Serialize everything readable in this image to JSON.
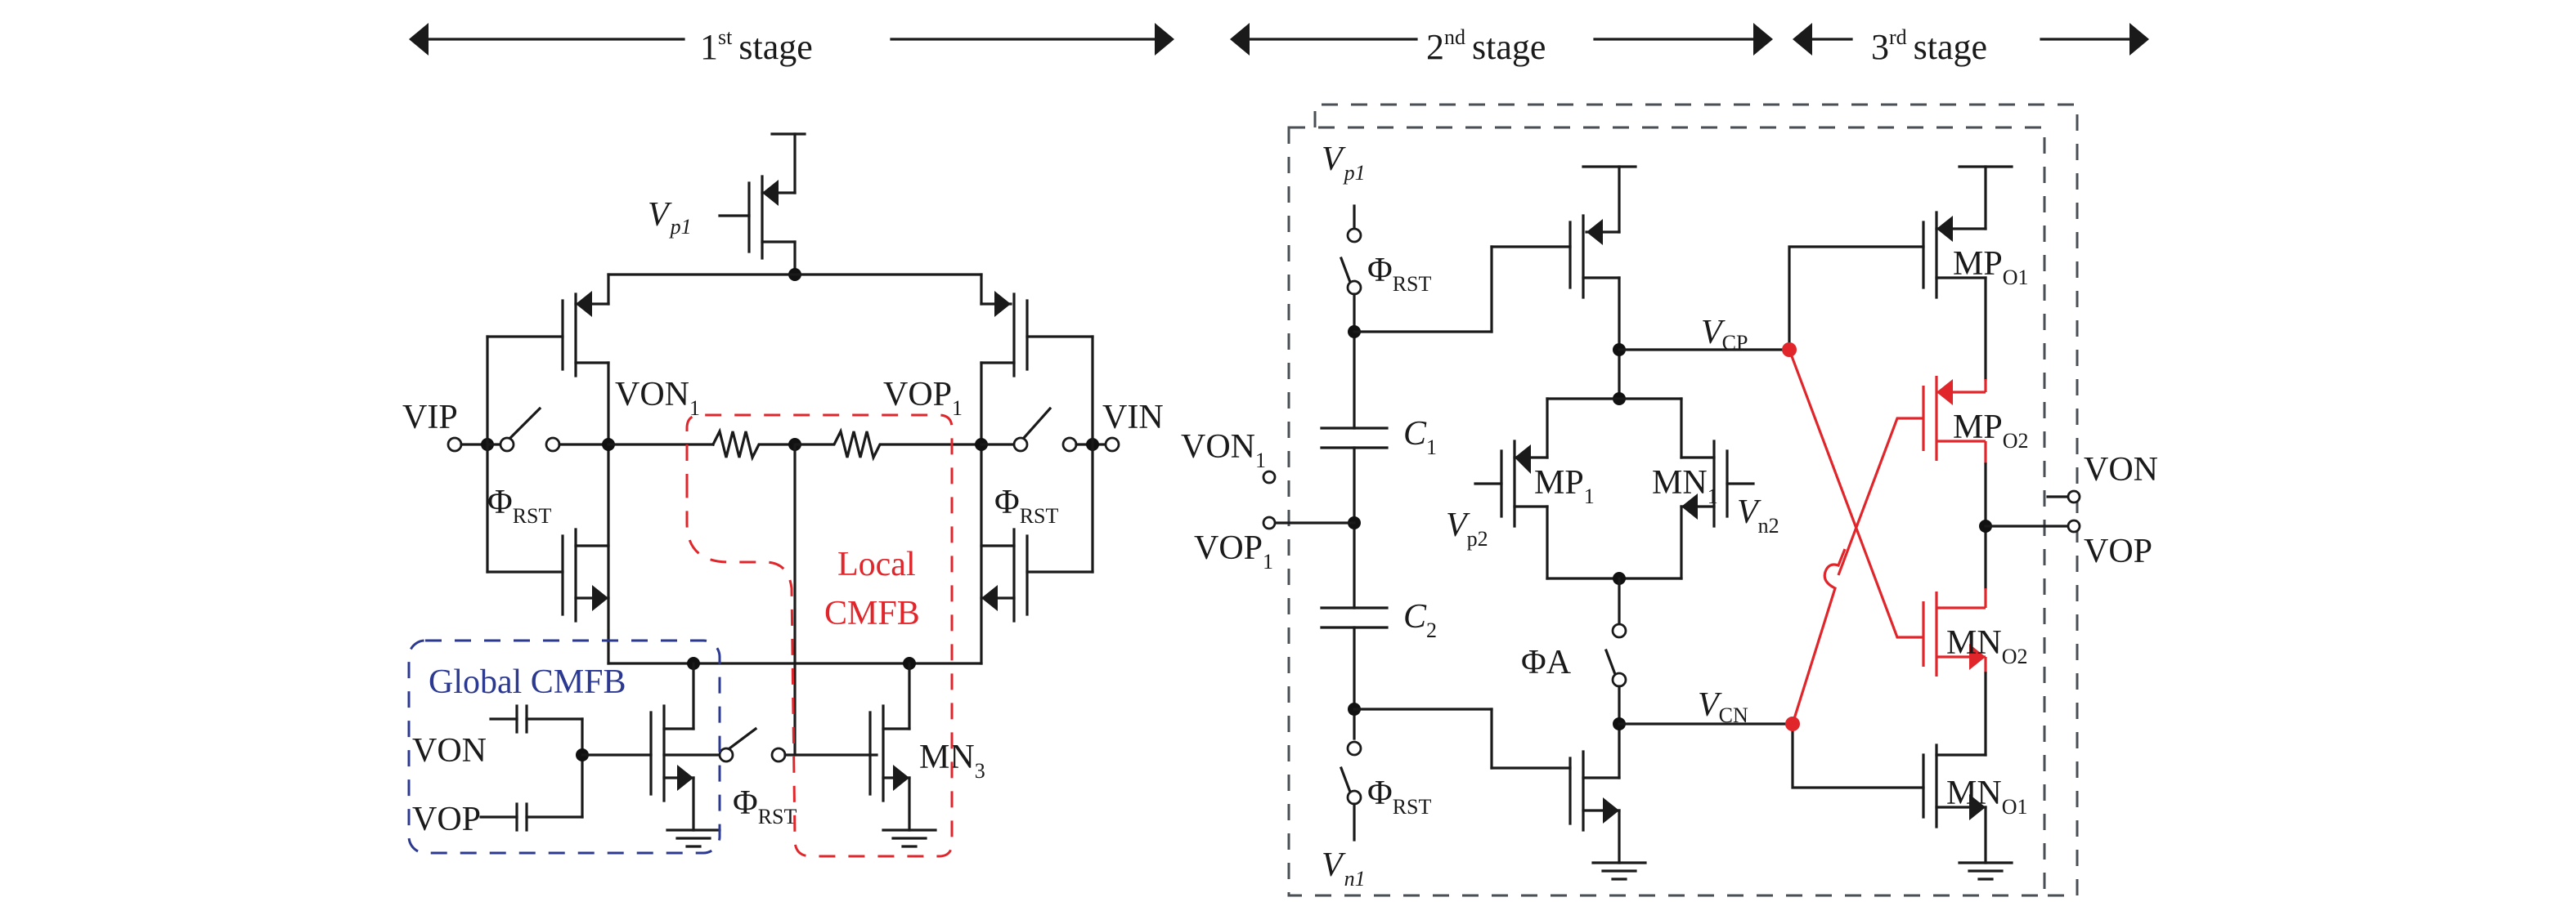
{
  "figure": {
    "type": "circuit-schematic",
    "stages": [
      {
        "number": "1",
        "suffix": "st",
        "word": "stage"
      },
      {
        "number": "2",
        "suffix": "nd",
        "word": "stage"
      },
      {
        "number": "3",
        "suffix": "rd",
        "word": "stage"
      }
    ],
    "colors": {
      "wire": "#1a1a1a",
      "highlight": "#e0262b",
      "global_cmfb": "#2b3990",
      "frame": "#4a4f55"
    }
  },
  "stage1": {
    "bias_label": {
      "main": "V",
      "sub": "p1"
    },
    "inputs": {
      "left": "VIP",
      "right": "VIN"
    },
    "outputs": {
      "left": {
        "main": "VON",
        "sub": "1"
      },
      "right": {
        "main": "VOP",
        "sub": "1"
      }
    },
    "reset_switch": {
      "main": "Φ",
      "sub": "RST"
    },
    "local_cmfb": {
      "line1": "Local",
      "line2": "CMFB"
    },
    "global_cmfb": {
      "title": "Global CMFB",
      "inputs": [
        "VON",
        "VOP"
      ]
    },
    "mn3": {
      "main": "MN",
      "sub": "3"
    }
  },
  "stage2": {
    "vp1": {
      "main": "V",
      "sub": "p1"
    },
    "vn1": {
      "main": "V",
      "sub": "n1"
    },
    "vp2": {
      "main": "V",
      "sub": "p2"
    },
    "vn2": {
      "main": "V",
      "sub": "n2"
    },
    "reset_switch": {
      "main": "Φ",
      "sub": "RST"
    },
    "phi_a": "ΦA",
    "c1": {
      "main": "C",
      "sub": "1"
    },
    "c2": {
      "main": "C",
      "sub": "2"
    },
    "inputs": {
      "top": {
        "main": "VON",
        "sub": "1"
      },
      "bottom": {
        "main": "VOP",
        "sub": "1"
      }
    },
    "mp1": {
      "main": "MP",
      "sub": "1"
    },
    "mn1": {
      "main": "MN",
      "sub": "1"
    },
    "vcp": {
      "main": "V",
      "sub": "CP"
    },
    "vcn": {
      "main": "V",
      "sub": "CN"
    }
  },
  "stage3": {
    "mpo1": {
      "main": "MP",
      "sub": "O1"
    },
    "mpo2": {
      "main": "MP",
      "sub": "O2"
    },
    "mno2": {
      "main": "MN",
      "sub": "O2"
    },
    "mno1": {
      "main": "MN",
      "sub": "O1"
    },
    "outputs": {
      "top": "VON",
      "bottom": "VOP"
    }
  }
}
